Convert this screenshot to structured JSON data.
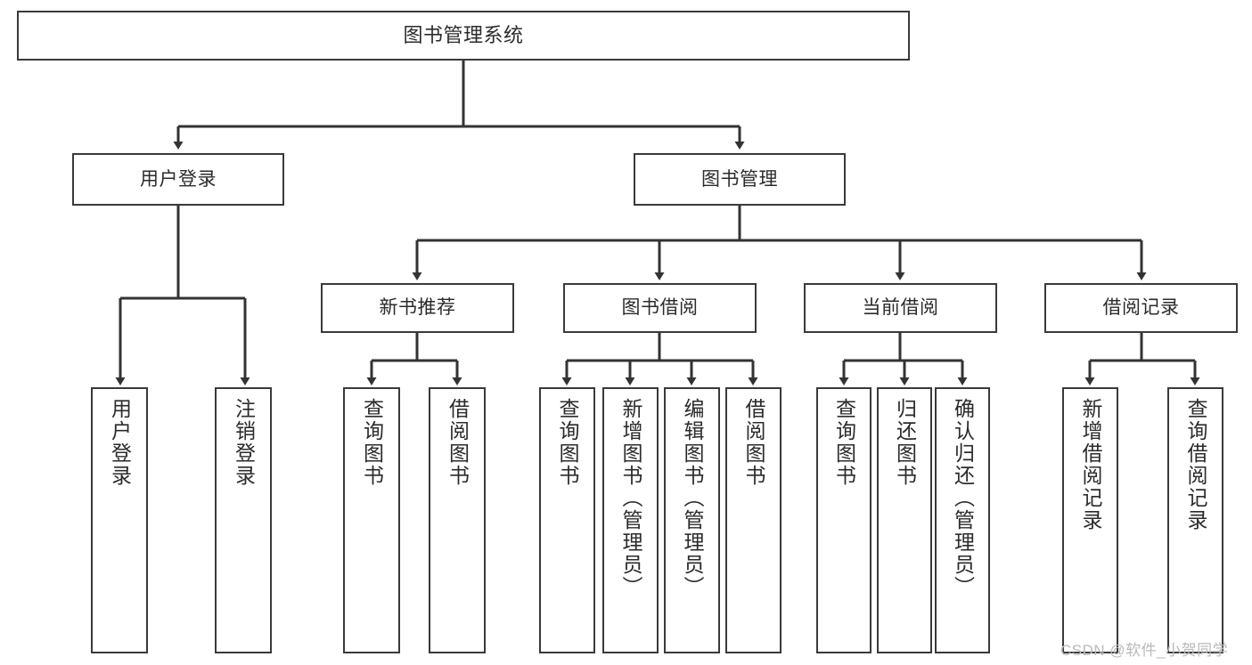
{
  "diagram": {
    "title": "图书管理系统",
    "type": "hierarchy-tree",
    "colors": {
      "box_border": "#3a3a3a",
      "box_fill": "#ffffff",
      "edge": "#333333",
      "text": "#2b2b2b",
      "watermark": "#b9b9b9",
      "background": "#ffffff"
    },
    "levels": {
      "root": {
        "label": "图书管理系统"
      },
      "level1": [
        {
          "label": "用户登录"
        },
        {
          "label": "图书管理"
        }
      ],
      "level2": [
        {
          "label": "新书推荐"
        },
        {
          "label": "图书借阅"
        },
        {
          "label": "当前借阅"
        },
        {
          "label": "借阅记录"
        }
      ],
      "leaves": {
        "user_login": [
          {
            "label": "用户登录"
          },
          {
            "label": "注销登录"
          }
        ],
        "new_book_recommend": [
          {
            "label": "查询图书"
          },
          {
            "label": "借阅图书"
          }
        ],
        "book_borrow": [
          {
            "label": "查询图书"
          },
          {
            "label": "新增图书（管理员）"
          },
          {
            "label": "编辑图书（管理员）"
          },
          {
            "label": "借阅图书"
          }
        ],
        "current_borrow": [
          {
            "label": "查询图书"
          },
          {
            "label": "归还图书"
          },
          {
            "label": "确认归还（管理员）"
          }
        ],
        "borrow_record": [
          {
            "label": "新增借阅记录"
          },
          {
            "label": "查询借阅记录"
          }
        ]
      }
    }
  },
  "watermark": {
    "text": "CSDN @软件_小贺同学"
  }
}
